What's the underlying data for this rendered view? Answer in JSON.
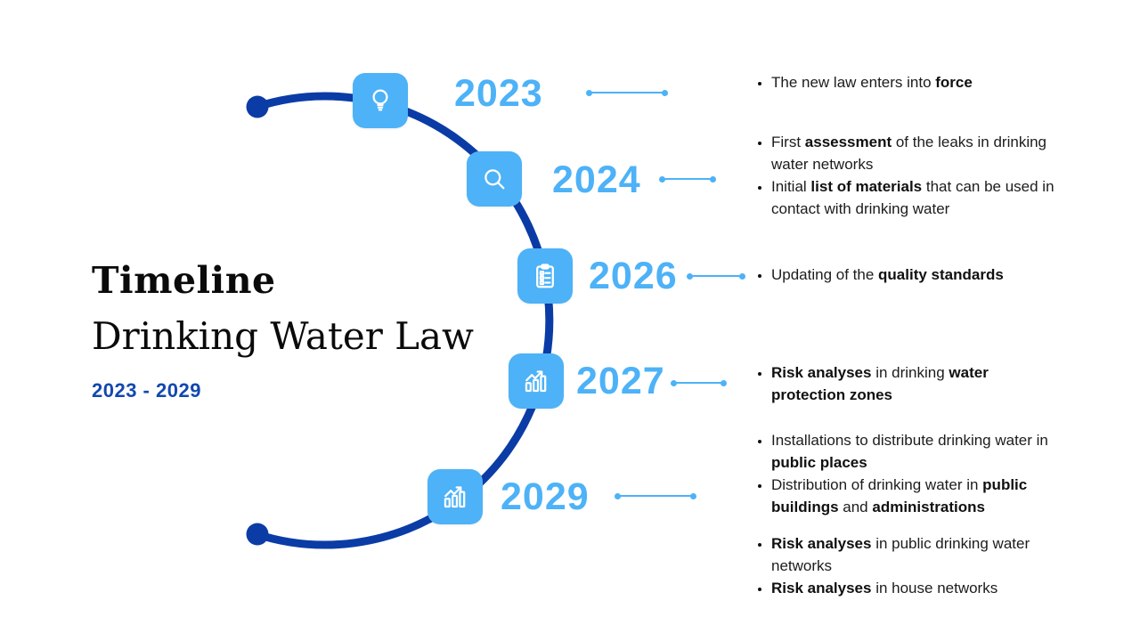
{
  "title": {
    "heading": "Timeline",
    "subheading": "Drinking Water Law",
    "range": "2023 - 2029"
  },
  "colors": {
    "accent_light_blue": "#4DB2F7",
    "arc_navy": "#0B3CA6",
    "range_blue": "#1348AE",
    "body_text": "#1C1C1E",
    "title_text": "#0A0A0A"
  },
  "milestones": [
    {
      "year": "2023",
      "icon": "lightbulb-icon",
      "bullet_groups": [
        [
          "The new law enters into **force**"
        ]
      ]
    },
    {
      "year": "2024",
      "icon": "search-icon",
      "bullet_groups": [
        [
          "First **assessment** of the leaks in drinking water networks",
          "Initial **list of materials** that can be used in contact with drinking water"
        ]
      ]
    },
    {
      "year": "2026",
      "icon": "checklist-clipboard-icon",
      "bullet_groups": [
        [
          "Updating of the **quality standards**"
        ]
      ]
    },
    {
      "year": "2027",
      "icon": "rising-bar-chart-icon",
      "bullet_groups": [
        [
          "**Risk analyses** in drinking **water protection zones**"
        ]
      ]
    },
    {
      "year": "2029",
      "icon": "rising-bar-chart-icon",
      "bullet_groups": [
        [
          "Installations to distribute drinking water in **public places**",
          "Distribution of drinking water in **public buildings** and **administrations**"
        ],
        [
          "**Risk analyses** in public drinking water networks",
          "**Risk analyses** in house networks"
        ]
      ]
    }
  ]
}
